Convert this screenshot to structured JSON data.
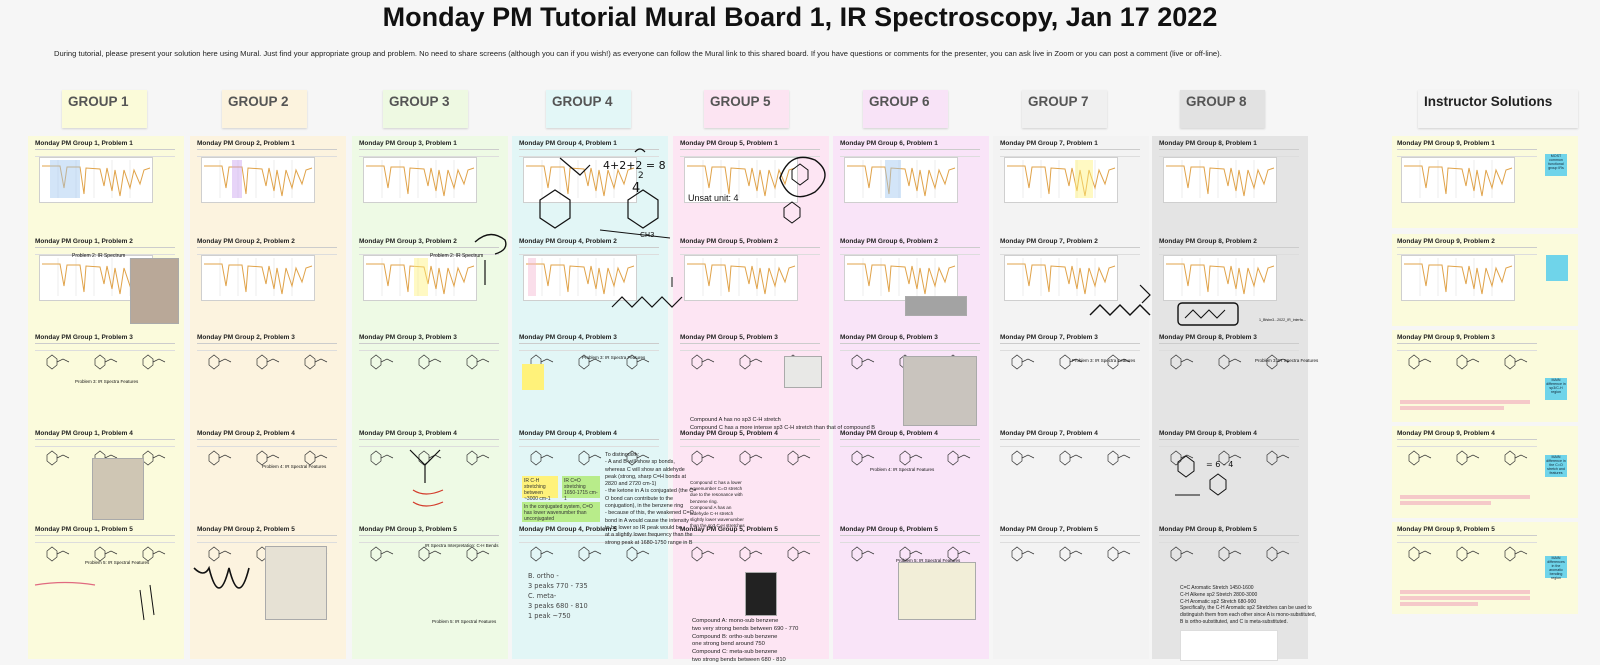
{
  "board": {
    "title": "Monday PM Tutorial Mural Board 1, IR Spectroscopy, Jan 17 2022",
    "intro": "During tutorial, please present your solution here using Mural. Just find your appropriate group and problem. No need to share screens (although you can if you wish!) as everyone can follow the Mural link to this shared board. If you have questions or comments for the presenter, you can ask live in Zoom or you can post a comment (live or off-line)."
  },
  "groups": [
    {
      "label": "GROUP 1",
      "color": "#fbfbd9",
      "bg": "#fbfbdc",
      "slides": [
        "Monday PM Group 1, Problem 1",
        "Monday PM Group 1, Problem 2",
        "Monday PM Group 1, Problem 3",
        "Monday PM Group 1, Problem 4",
        "Monday PM Group 1, Problem 5"
      ]
    },
    {
      "label": "GROUP 2",
      "color": "#fcf3de",
      "bg": "#fcf3df",
      "slides": [
        "Monday PM Group 2, Problem 1",
        "Monday PM Group 2, Problem 2",
        "Monday PM Group 2, Problem 3",
        "Monday PM Group 2, Problem 4",
        "Monday PM Group 2, Problem 5"
      ]
    },
    {
      "label": "GROUP 3",
      "color": "#eef9e2",
      "bg": "#eefae5",
      "slides": [
        "Monday PM Group 3, Problem 1",
        "Monday PM Group 3, Problem 2",
        "Monday PM Group 3, Problem 3",
        "Monday PM Group 3, Problem 4",
        "Monday PM Group 3, Problem 5"
      ]
    },
    {
      "label": "GROUP 4",
      "color": "#e3f7f7",
      "bg": "#e2f6f6",
      "slides": [
        "Monday PM Group 4, Problem 1",
        "Monday PM Group 4, Problem 2",
        "Monday PM Group 4, Problem 3",
        "Monday PM Group 4, Problem 4",
        "Monday PM Group 4, Problem 5"
      ]
    },
    {
      "label": "GROUP 5",
      "color": "#fce4f2",
      "bg": "#fde5f3",
      "slides": [
        "Monday PM Group 5, Problem 1",
        "Monday PM Group 5, Problem 2",
        "Monday PM Group 5, Problem 3",
        "Monday PM Group 5, Problem 4",
        "Monday PM Group 5, Problem 5"
      ]
    },
    {
      "label": "GROUP 6",
      "color": "#f8e3f7",
      "bg": "#f9e4f8",
      "slides": [
        "Monday PM Group 6, Problem 1",
        "Monday PM Group 6, Problem 2",
        "Monday PM Group 6, Problem 3",
        "Monday PM Group 6, Problem 4",
        "Monday PM Group 6, Problem 5"
      ]
    },
    {
      "label": "GROUP 7",
      "color": "#f0f0f0",
      "bg": "#f3f3f3",
      "slides": [
        "Monday PM Group 7, Problem 1",
        "Monday PM Group 7, Problem 2",
        "Monday PM Group 7, Problem 3",
        "Monday PM Group 7, Problem 4",
        "Monday PM Group 7, Problem 5"
      ]
    },
    {
      "label": "GROUP 8",
      "color": "#e2e2e2",
      "bg": "#e4e4e4",
      "slides": [
        "Monday PM Group 8, Problem 1",
        "Monday PM Group 8, Problem 2",
        "Monday PM Group 8, Problem 3",
        "Monday PM Group 8, Problem 4",
        "Monday PM Group 8, Problem 5"
      ]
    }
  ],
  "instructor": {
    "label": "Instructor Solutions",
    "bg": "#fbfbdc",
    "slides": [
      "Monday PM Group 9, Problem 1",
      "Monday PM Group 9, Problem 2",
      "Monday PM Group 9, Problem 3",
      "Monday PM Group 9, Problem 4",
      "Monday PM Group 9, Problem 5"
    ]
  },
  "handwritten": {
    "g4_math1": "4+2+2 = 8",
    "g4_math2": "4",
    "g4_math3": "2",
    "g4_ch3": "CH3",
    "g5_unsat": "Unsat unit: 4",
    "g4_p5_scribble": [
      "B. ortho -",
      "3 peaks 770 - 735",
      "C. meta-",
      "3 peaks 680 - 810",
      "1 peak ~750"
    ],
    "g8_p4_note": "= 6 - 4"
  },
  "notes": {
    "g4_p4_lines": [
      "To distinguish:",
      "- A and B will show sp bonds,",
      "whereas C will show an aldehyde",
      "peak (strong, sharp C=H bonds at",
      "2820 and 2720 cm-1)",
      "- the ketone in A is conjugated (the C=",
      "O bond can contribute to the",
      "conjugation), in the benzene ring",
      "- because of this, the weakened C=O",
      "bond in A would cause the intensity",
      "to be lower so IR peak would be",
      "at a slightly lower frequency than the",
      "strong peak at 1680-1750 range in B"
    ],
    "g5_p3_lines": [
      "Compound A has no sp3 C-H stretch",
      "Compound C has a more intense sp3 C-H stretch than that of compound B"
    ],
    "g5_p5_lines": [
      "Compound A: mono-sub benzene",
      "two very strong bends between 690 - 770",
      "Compound B: ortho-sub benzene",
      "one strong bend around 750",
      "Compound C: meta-sub benzene",
      "two strong bends between 680 - 810"
    ],
    "g8_p5_lines": [
      "C=C Aromatic Stretch 1450-1600",
      "C-H Alkene sp2 Stretch 2800-3000",
      "C-H Aromatic sp2 Stretch 680-900",
      "",
      "Specifically, the C-H Aromatic sp2 Stretches can be used to",
      "distinguish them from each other since A is mono-substituted,",
      "B is ortho-substituted, and C is meta-substituted."
    ],
    "g5_p4_lines": [
      "Compound C has a lower",
      "wavenumber C=O stretch",
      "due to the resonance with",
      "benzene ring.",
      "Compound A has an",
      "aldehyde C-H stretch",
      "slightly lower wavenumber",
      "than the sp3 C-H stretches"
    ],
    "g4_yellow1": "IR C-H stretching between ~3000 cm-1 for alkyne C-H",
    "g4_green1": "IR C=O stretching 1650-1715 cm-1",
    "g4_green2": "In the conjugated system, C=O has lower wavenumber than unconjugated",
    "instr_cyan1": "MOST common functional group IRs",
    "instr_cyan2": "MAIN difference in sp3/C-H region",
    "instr_cyan3": "MAIN difference in the C=O stretch and features",
    "instr_cyan4": "MAIN differences in the aromatic bending region",
    "problem_headings": {
      "p2": "Problem 2: IR Spectrum",
      "p3": "Problem 3: IR Spectra Features",
      "p4": "Problem 4: IR Spectral Features",
      "p5": "Problem 5: IR Spectral Features",
      "p5b": "IR Spectra Interpretation: C-H Bends"
    },
    "g6_p5_text": "Problem 5: IR Spectral Features",
    "g8_p2_caption": "1_Bfsbn3...2022_IR_interfa..."
  },
  "colors": {
    "spectrum_line": "#e0a34a",
    "spectrum_grid": "#dddddd",
    "ink": "#111111",
    "red_ink": "#d33a2a",
    "highlight_blue": "#9ec5f0",
    "highlight_pink": "#f5b5d0",
    "highlight_yellow": "#fff27a",
    "highlight_green": "#b8ec8a",
    "cyan": "#6fd4ea"
  }
}
